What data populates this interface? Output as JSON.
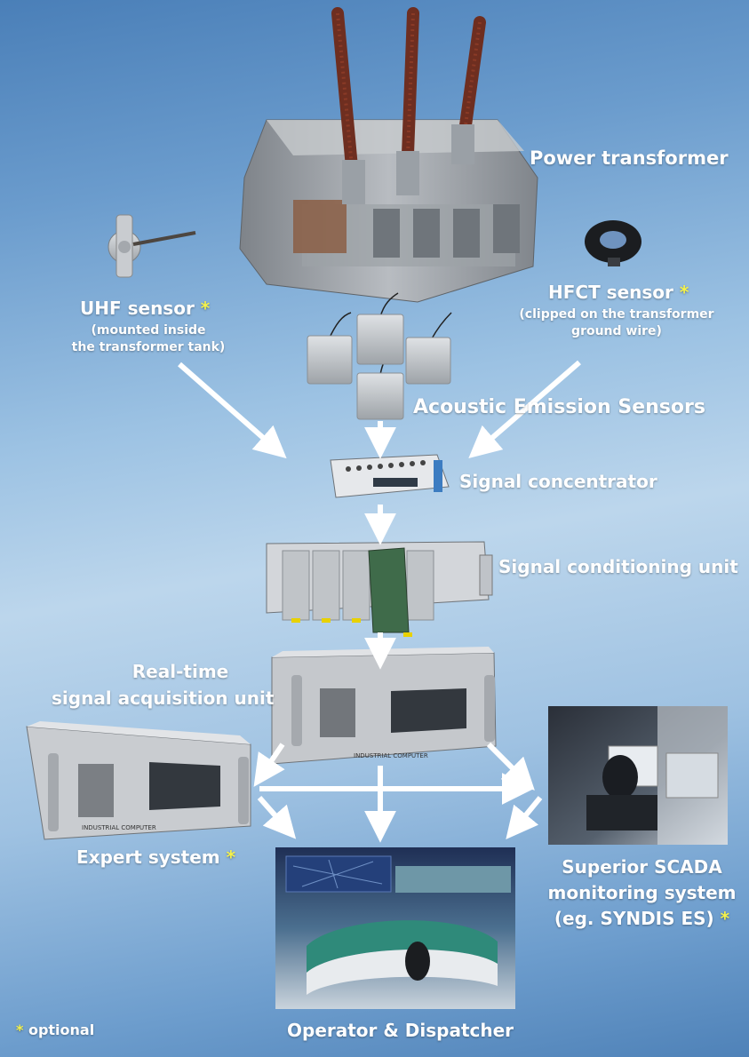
{
  "labels": {
    "power_transformer": "Power  transformer",
    "uhf_sensor": "UHF sensor",
    "uhf_note_1": "(mounted inside",
    "uhf_note_2": "the transformer tank)",
    "hfct_sensor": "HFCT sensor",
    "hfct_note_1": "(clipped on the transformer",
    "hfct_note_2": "ground wire)",
    "acoustic": "Acoustic Emission Sensors",
    "signal_concentrator": "Signal concentrator",
    "signal_conditioning": "Signal conditioning unit",
    "realtime_1": "Real-time",
    "realtime_2": "signal acquisition unit",
    "expert_system": "Expert system",
    "scada_1": "Superior SCADA",
    "scada_2": "monitoring system",
    "scada_3": "(eg. SYNDIS ES)",
    "operator": "Operator & Dispatcher",
    "optional": "optional",
    "star": "*",
    "industrial_computer": "INDUSTRIAL COMPUTER"
  },
  "colors": {
    "star": "#f5f24a",
    "arrow": "#ffffff",
    "device_grey": "#b9bcc0"
  }
}
